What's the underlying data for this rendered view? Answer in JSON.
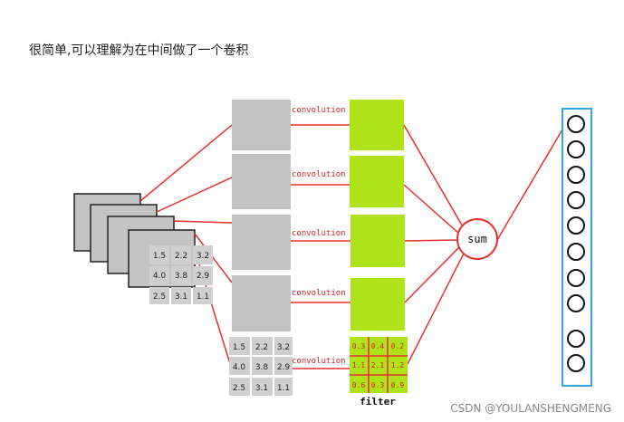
{
  "caption": "很简单,可以理解为在中间做了一个卷积",
  "conv_label": "convolution",
  "sum_label": "sum",
  "filter_label": "filter",
  "input_matrix": [
    [
      "1.5",
      "2.2",
      "3.2"
    ],
    [
      "4.0",
      "3.8",
      "2.9"
    ],
    [
      "2.5",
      "3.1",
      "1.1"
    ]
  ],
  "filter_matrix": [
    [
      "0.3",
      "0.4",
      "0.2"
    ],
    [
      "1.1",
      "2.1",
      "1.2"
    ],
    [
      "0.6",
      "0.3",
      "0.9"
    ]
  ],
  "watermark": "CSDN @YOULANSHENGMENG",
  "colors": {
    "line_red": "#e53030",
    "gray_block": "#c3c3c3",
    "green_block": "#aee21a",
    "output_border": "#31a6e0",
    "cell_bg": "#cfcfcf"
  }
}
